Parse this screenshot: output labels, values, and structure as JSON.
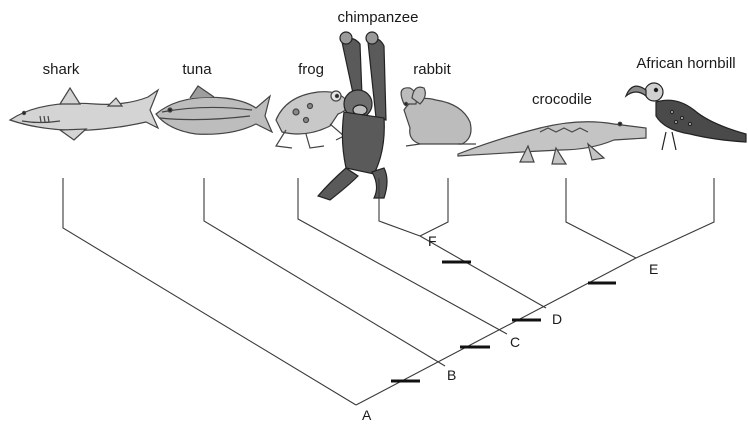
{
  "taxa": {
    "shark": "shark",
    "tuna": "tuna",
    "frog": "frog",
    "chimpanzee": "chimpanzee",
    "rabbit": "rabbit",
    "crocodile": "crocodile",
    "hornbill": "African hornbill"
  },
  "nodes": {
    "a": "A",
    "b": "B",
    "c": "C",
    "d": "D",
    "e": "E",
    "f": "F"
  }
}
